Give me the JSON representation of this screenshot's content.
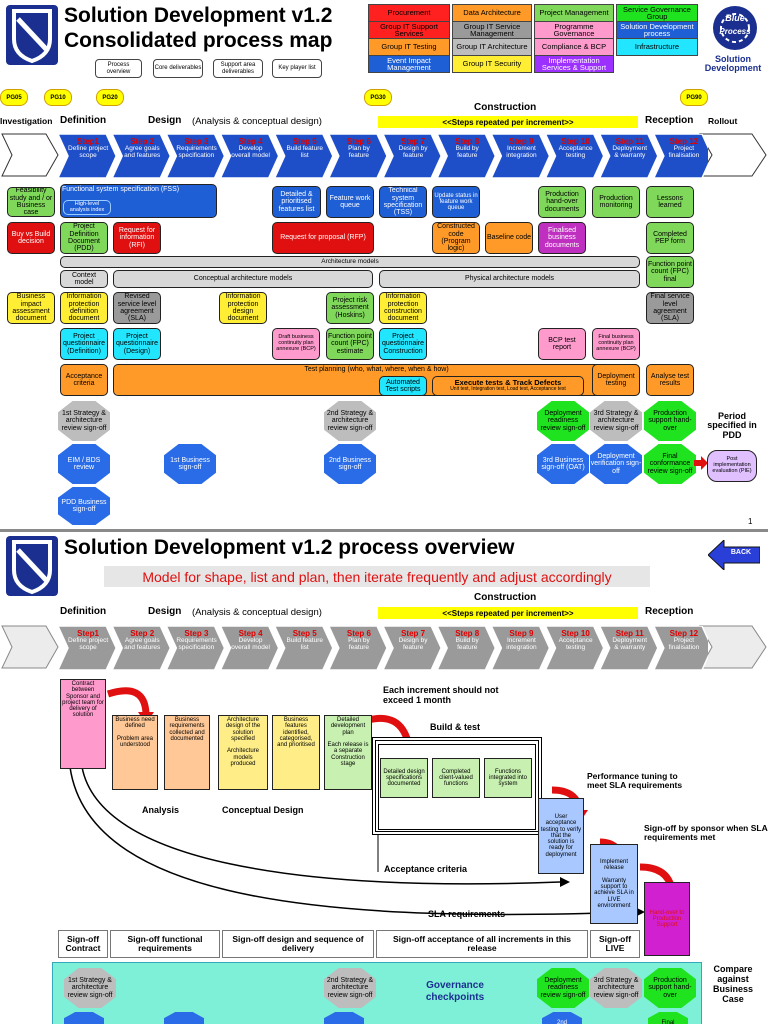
{
  "page1": {
    "title_line1": "Solution Development v1.2",
    "title_line2": "Consolidated process map",
    "page_number": "1",
    "legend": [
      {
        "label": "Procurement",
        "color": "#ff2020",
        "fg": "#000"
      },
      {
        "label": "Data Architecture",
        "color": "#ff9a28",
        "fg": "#000"
      },
      {
        "label": "Project Management",
        "color": "#7fd85a",
        "fg": "#000"
      },
      {
        "label": "Service Governance Group",
        "color": "#1ee31e",
        "fg": "#000"
      },
      {
        "label": "Group IT Support Services",
        "color": "#ff2020",
        "fg": "#000"
      },
      {
        "label": "Group IT Service Management",
        "color": "#9a9a9a",
        "fg": "#000"
      },
      {
        "label": "Programme Governance",
        "color": "#ff9acd",
        "fg": "#000"
      },
      {
        "label": "Solution Development process",
        "color": "#1f5fd6",
        "fg": "#fff"
      },
      {
        "label": "Group IT Testing",
        "color": "#ff9a28",
        "fg": "#000"
      },
      {
        "label": "Group IT Architecture",
        "color": "#bdbdbd",
        "fg": "#000"
      },
      {
        "label": "Compliance & BCP",
        "color": "#ff9acd",
        "fg": "#000"
      },
      {
        "label": "Infrastructure",
        "color": "#22e6ff",
        "fg": "#000"
      },
      {
        "label": "Event Impact Management",
        "color": "#1f5fd6",
        "fg": "#fff"
      },
      {
        "label": "Group IT Security",
        "color": "#ffee33",
        "fg": "#000"
      },
      {
        "label": "Implementation Services & Support",
        "color": "#9b30ff",
        "fg": "#fff"
      }
    ],
    "brand_line1": "Blue",
    "brand_line2": "Process",
    "brand_name": "Solution Development",
    "tags": [
      "Process overview",
      "Core deliverables",
      "Support area deliverables",
      "Key player list"
    ],
    "pg_markers": [
      "PG05",
      "PG10",
      "PG20",
      "PG30",
      "PG90"
    ],
    "phases": {
      "investigation": "Investigation",
      "definition": "Definition",
      "design": "Design",
      "design_sub": "(Analysis & conceptual design)",
      "construction": "Construction",
      "reception": "Reception",
      "rollout": "Rollout",
      "repeat_band": "<<Steps repeated per increment>>"
    },
    "steps": [
      {
        "n": "Step1",
        "d": "Define project scope"
      },
      {
        "n": "Step 2",
        "d": "Agree goals and features"
      },
      {
        "n": "Step 3",
        "d": "Requirements specification"
      },
      {
        "n": "Step 4",
        "d": "Develop overall model"
      },
      {
        "n": "Step 5",
        "d": "Build feature list"
      },
      {
        "n": "Step 6",
        "d": "Plan by feature"
      },
      {
        "n": "Step 7",
        "d": "Design by feature"
      },
      {
        "n": "Step 8",
        "d": "Build by feature"
      },
      {
        "n": "Step 9",
        "d": "Increment integration"
      },
      {
        "n": "Step 10",
        "d": "Acceptance testing"
      },
      {
        "n": "Step 11",
        "d": "Deployment & warranty"
      },
      {
        "n": "Step 12",
        "d": "Project finalisation"
      }
    ],
    "boxes": {
      "feasibility": "Feasibility study and / or Business case",
      "fss": "Functional system specification (FSS)",
      "high_level": "High-level analysis index",
      "detailed_features": "Detailed & prioritised features list",
      "feature_queue": "Feature work queue",
      "tss": "Technical system specification (TSS)",
      "update_status": "Update status in feature work queue",
      "prod_handover_docs": "Production hand-over documents",
      "prod_monitoring": "Production monitoring",
      "lessons": "Lessons learned",
      "buy_build": "Buy vs Build decision",
      "pdd": "Project Definition Document (PDD)",
      "rfi": "Request for information (RFI)",
      "rfp": "Request for proposal (RFP)",
      "constructed_code": "Constructed code (Program logic)",
      "baseline": "Baseline code",
      "finalised_docs": "Finalised business documents",
      "completed_pep": "Completed PEP form",
      "arch_models": "Architecture models",
      "context_model": "Context model",
      "conceptual_models": "Conceptual architecture models",
      "physical_models": "Physical architecture models",
      "fpc_final": "Function point count (FPC) final",
      "bia": "Business impact assessment document",
      "ipd_def": "Information protection definition document",
      "revised_sla": "Revised service level agreement (SLA)",
      "ipd_design": "Information protection design document",
      "risk_assessment": "Project risk assessment (Hoskins)",
      "ipd_construction": "Information protection construction document",
      "final_sla": "Final service level agreement (SLA)",
      "pq_def": "Project questionnaire (Definition)",
      "pq_design": "Project questionnaire (Design)",
      "draft_bcp": "Draft business continuity plan annexure (BCP)",
      "fpc_estimate": "Function point count (FPC) estimate",
      "pq_construction": "Project questionnaire Construction",
      "bcp_test": "BCP test report",
      "final_bcp": "Final business continuity plan annexure (BCP)",
      "acceptance": "Acceptance criteria",
      "test_planning": "Test planning (who, what, where, when & how)",
      "automated": "Automated Test scripts",
      "execute_tests": "Execute tests & Track Defects",
      "execute_sub": "Unit test, Integration test, Load test, Acceptance test",
      "deploy_testing": "Deployment testing",
      "analyse": "Analyse test results",
      "s1_arch": "1st Strategy & architecture review sign-off",
      "s2_arch": "2nd Strategy & architecture review sign-off",
      "deploy_ready": "Deployment readiness review sign-off",
      "s3_arch": "3rd Strategy & architecture review sign-off",
      "prod_support": "Production support hand-over",
      "period": "Period specified in PDD",
      "eim": "EIM / BDS review",
      "b1": "1st Business sign-off",
      "b2": "2nd Business sign-off",
      "b3": "3rd Business sign-off (OAT)",
      "deploy_verify": "Deployment verification sign-off",
      "final_conf": "Final conformance review sign-off",
      "pie": "Post implementation evaluation (PIE)",
      "pdd_signoff": "PDD Business sign-off"
    }
  },
  "page2": {
    "title": "Solution Development v1.2 process overview",
    "subtitle": "Model for shape, list and plan, then iterate frequently and adjust accordingly",
    "back": "BACK",
    "phases": {
      "definition": "Definition",
      "design": "Design",
      "design_sub": "(Analysis & conceptual design)",
      "construction": "Construction",
      "reception": "Reception",
      "repeat_band": "<<Steps repeated per increment>>"
    },
    "flow": {
      "contract": "Contract between Sponsor and project team for delivery of solution",
      "business_need": "Business need defined\n\nProblem area understood",
      "requirements": "Business requirements collected and documented",
      "architecture": "Architecture design of the solution specified\n\nArchitecture models produced",
      "features": "Business features identified, categorised, and prioritised",
      "dev_plan": "Detailed development plan\n\nEach release is a separate Construction stage",
      "increment_note": "Each increment should not exceed 1 month",
      "build_test": "Build & test",
      "design_specs": "Detailed design specifications documented",
      "client_funcs": "Completed client-valued functions",
      "funcs_integrated": "Functions integrated into system",
      "uat": "User acceptance testing to verify that the solution is ready for deployment",
      "perf": "Performance tuning to meet SLA requirements",
      "implement": "Implement release\n\nWarranty support to achieve SLA in LIVE environment",
      "signoff_sponsor": "Sign-off by sponsor when SLA requirements met",
      "handover": "Hand-over to Production Support",
      "analysis": "Analysis",
      "conceptual": "Conceptual Design",
      "acceptance": "Acceptance criteria",
      "sla": "SLA requirements"
    },
    "signoffs": [
      "Sign-off Contract",
      "Sign-off functional requirements",
      "Sign-off design and sequence of delivery",
      "Sign-off acceptance of all increments in this release",
      "Sign-off LIVE"
    ],
    "governance": {
      "label": "Governance checkpoints",
      "compare": "Compare against Business Case",
      "s1": "1st Strategy & architecture review sign-off",
      "s2": "2nd Strategy & architecture review sign-off",
      "deploy": "Deployment readiness review sign-off",
      "s3": "3rd Strategy & architecture review sign-off",
      "prod": "Production support hand-over",
      "s2b": "2nd",
      "final": "Final"
    }
  }
}
